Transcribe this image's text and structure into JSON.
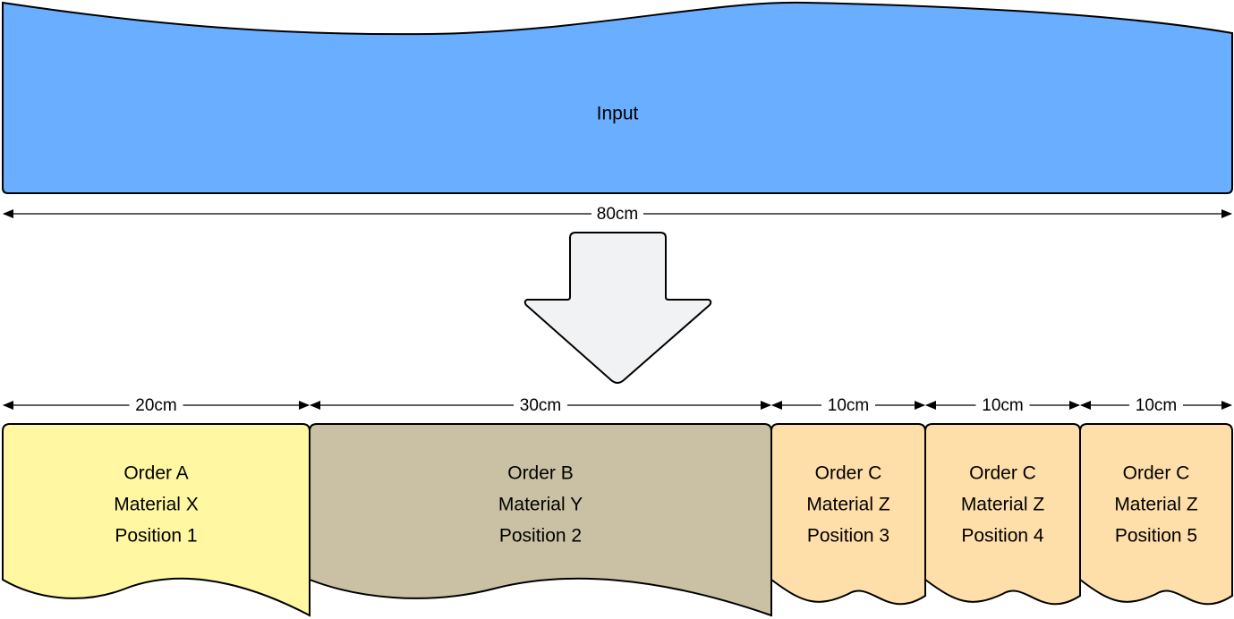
{
  "input": {
    "label": "Input",
    "width_label": "80cm",
    "color": "#6aaeff"
  },
  "arrow": {
    "color": "#f1f2f4"
  },
  "pieces": [
    {
      "width_label": "20cm",
      "order": "Order A",
      "material": "Material X",
      "position": "Position 1",
      "color": "#fff7a1"
    },
    {
      "width_label": "30cm",
      "order": "Order B",
      "material": "Material Y",
      "position": "Position 2",
      "color": "#cac1a4"
    },
    {
      "width_label": "10cm",
      "order": "Order C",
      "material": "Material Z",
      "position": "Position 3",
      "color": "#fedea9"
    },
    {
      "width_label": "10cm",
      "order": "Order C",
      "material": "Material Z",
      "position": "Position 4",
      "color": "#fedea9"
    },
    {
      "width_label": "10cm",
      "order": "Order C",
      "material": "Material Z",
      "position": "Position 5",
      "color": "#fedea9"
    }
  ]
}
